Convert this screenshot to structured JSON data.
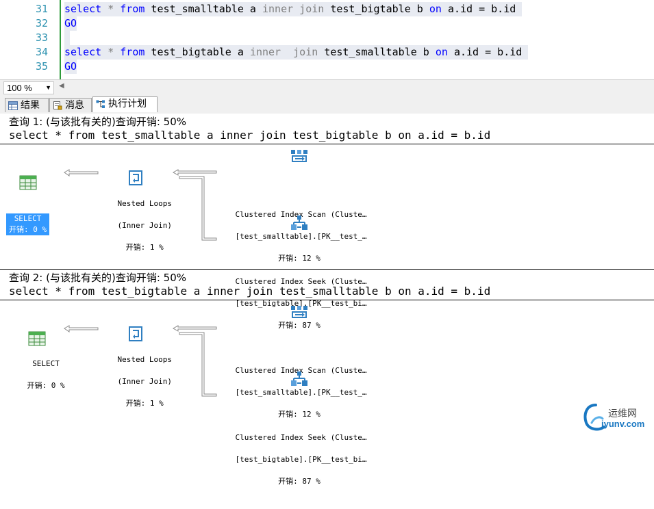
{
  "editor": {
    "lines": [
      {
        "num": "31",
        "parts": [
          [
            "kw",
            "select"
          ],
          [
            "",
            ""
          ],
          [
            "gr",
            "*"
          ],
          [
            "kw",
            "from"
          ],
          [
            "",
            "test_smalltable a"
          ],
          [
            "gr",
            "inner join"
          ],
          [
            "",
            "test_bigtable b"
          ],
          [
            "kw",
            "on"
          ],
          [
            "",
            "a.id = b.id"
          ]
        ]
      },
      {
        "num": "32",
        "go": "GO"
      },
      {
        "num": "33"
      },
      {
        "num": "34"
      },
      {
        "num": "35",
        "go": "GO"
      }
    ],
    "line31": {
      "select": "select",
      "star": "*",
      "from": "from",
      "t1": "test_smalltable a",
      "join": "inner join",
      "t2": "test_bigtable b",
      "on": "on",
      "cond": "a.id = b.id"
    },
    "line34": {
      "select": "select",
      "star": "*",
      "from": "from",
      "t1": "test_bigtable a",
      "join": "inner  join",
      "t2": "test_smalltable b",
      "on": "on",
      "cond": "a.id = b.id"
    }
  },
  "zoom": {
    "value": "100 %"
  },
  "tabs": [
    {
      "label": "结果",
      "icon": "grid-icon"
    },
    {
      "label": "消息",
      "icon": "message-icon"
    },
    {
      "label": "执行计划",
      "icon": "plan-icon",
      "active": true
    }
  ],
  "queries": [
    {
      "title": "查询 1: (与该批有关的)查询开销: 50%",
      "sql": "select * from test_smalltable a inner join test_bigtable b on a.id = b.id",
      "select": {
        "label": "SELECT",
        "cost": "开销: 0 %"
      },
      "loops": {
        "l1": "Nested Loops",
        "l2": "(Inner Join)",
        "cost": "开销: 1 %"
      },
      "scan": {
        "l1": "Clustered Index Scan (Cluste…",
        "l2": "[test_smalltable].[PK__test_…",
        "cost": "开销: 12 %"
      },
      "seek": {
        "l1": "Clustered Index Seek (Cluste…",
        "l2": "[test_bigtable].[PK__test_bi…",
        "cost": "开销: 87 %"
      }
    },
    {
      "title": "查询 2: (与该批有关的)查询开销: 50%",
      "sql": "select * from test_bigtable a inner join test_smalltable b on a.id = b.id",
      "select": {
        "label": "SELECT",
        "cost": "开销: 0 %"
      },
      "loops": {
        "l1": "Nested Loops",
        "l2": "(Inner Join)",
        "cost": "开销: 1 %"
      },
      "scan": {
        "l1": "Clustered Index Scan (Cluste…",
        "l2": "[test_smalltable].[PK__test_…",
        "cost": "开销: 12 %"
      },
      "seek": {
        "l1": "Clustered Index Seek (Cluste…",
        "l2": "[test_bigtable].[PK__test_bi…",
        "cost": "开销: 87 %"
      }
    }
  ],
  "watermark": {
    "cn": "运维网",
    "en": "iyunv.com"
  }
}
